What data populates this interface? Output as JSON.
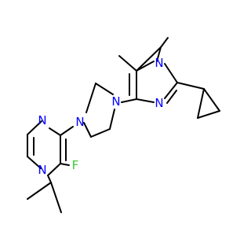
{
  "figure": {
    "kind": "skeletal structural formula",
    "background": "#ffffff",
    "bond_color": "#000000"
  },
  "colors": {
    "nitrogen": "#0000ff",
    "fluorine": "#33cc33"
  },
  "atom_labels": {
    "n_pyr_upper_top": "N",
    "n_pyr_upper_bottom": "N",
    "n_piperazine_right": "N",
    "n_piperazine_left": "N",
    "n_pyr_lower_top": "N",
    "n_pyr_lower_bottom": "N",
    "f_substituent": "F"
  }
}
